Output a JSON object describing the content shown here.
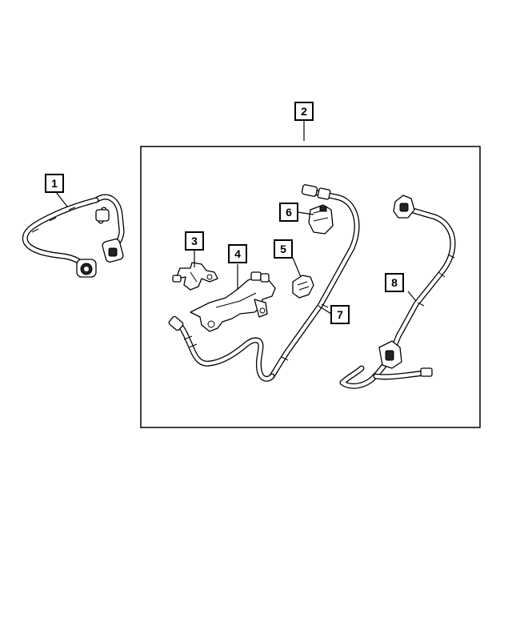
{
  "callouts": [
    {
      "id": "callout-1",
      "label": "1"
    },
    {
      "id": "callout-2",
      "label": "2"
    },
    {
      "id": "callout-3",
      "label": "3"
    },
    {
      "id": "callout-4",
      "label": "4"
    },
    {
      "id": "callout-5",
      "label": "5"
    },
    {
      "id": "callout-6",
      "label": "6"
    },
    {
      "id": "callout-7",
      "label": "7"
    },
    {
      "id": "callout-8",
      "label": "8"
    }
  ],
  "colors": {
    "line": "#000000",
    "background": "#ffffff"
  }
}
